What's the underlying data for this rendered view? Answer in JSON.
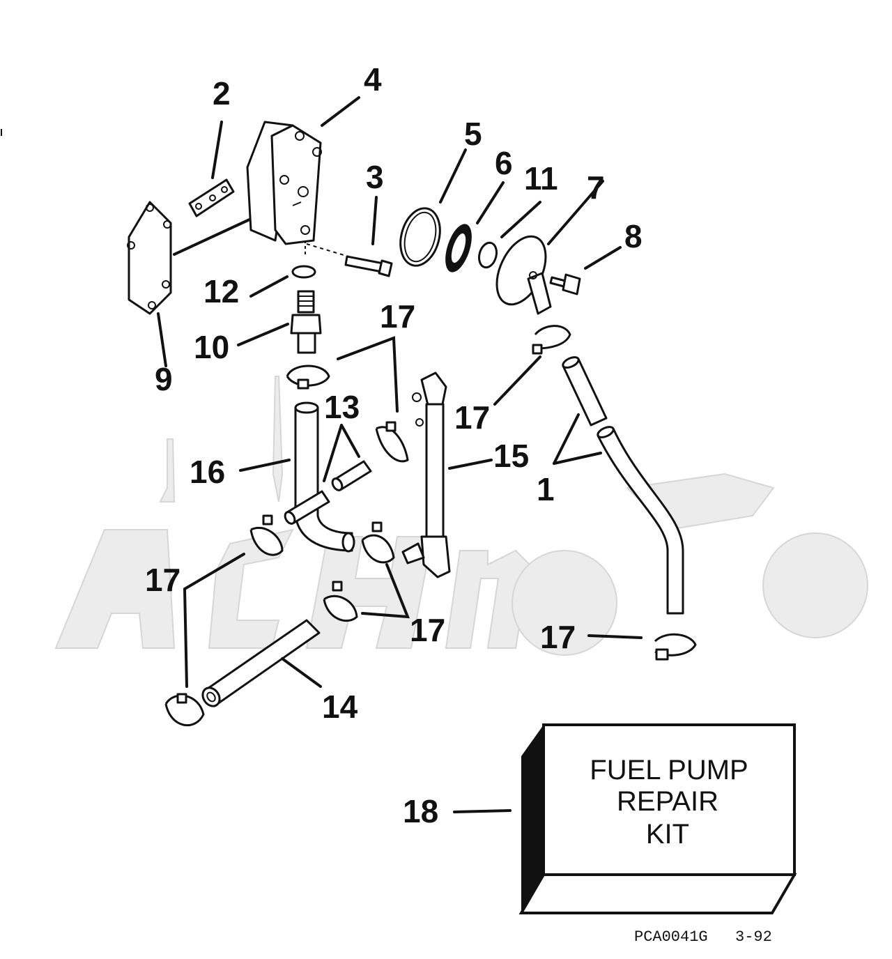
{
  "labels": {
    "p1": "1",
    "p2": "2",
    "p3": "3",
    "p4": "4",
    "p5": "5",
    "p6": "6",
    "p7": "7",
    "p8": "8",
    "p9": "9",
    "p10": "10",
    "p11": "11",
    "p12": "12",
    "p13": "13",
    "p14": "14",
    "p15": "15",
    "p16": "16",
    "p17": "17",
    "p18": "18"
  },
  "kit": {
    "line1": "FUEL PUMP",
    "line2": "REPAIR",
    "line3": "KIT"
  },
  "footer": {
    "code": "PCA0041G",
    "date": "3-92"
  },
  "colors": {
    "ink": "#111111",
    "watermark": "#ececec"
  }
}
